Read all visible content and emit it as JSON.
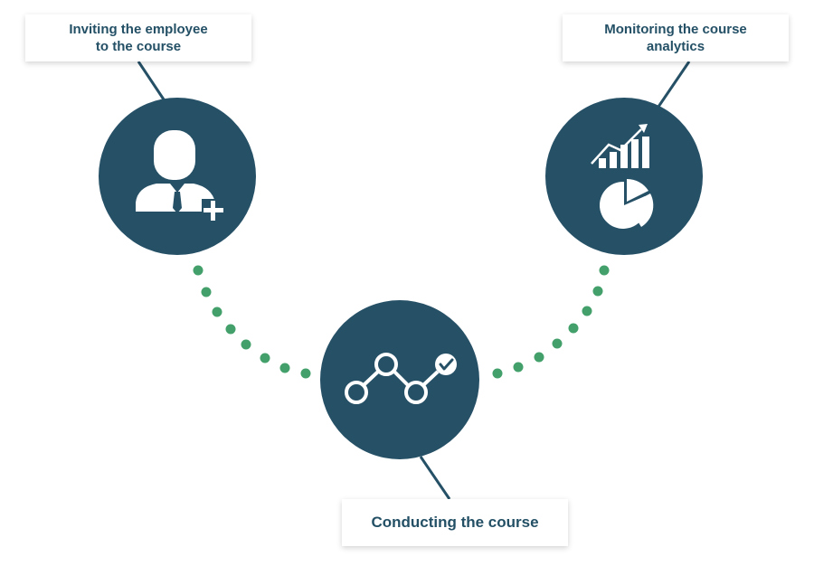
{
  "colors": {
    "circle_fill": "#255066",
    "connector": "#255066",
    "dots": "#43a06a",
    "label_text": "#245066",
    "icon": "#ffffff"
  },
  "steps": [
    {
      "label_lines": [
        "Inviting the employee",
        "to the course"
      ],
      "icon": "employee-add-icon"
    },
    {
      "label_lines": [
        "Conducting the course"
      ],
      "icon": "progress-path-icon"
    },
    {
      "label_lines": [
        "Monitoring the course",
        "analytics"
      ],
      "icon": "analytics-chart-icon"
    }
  ]
}
